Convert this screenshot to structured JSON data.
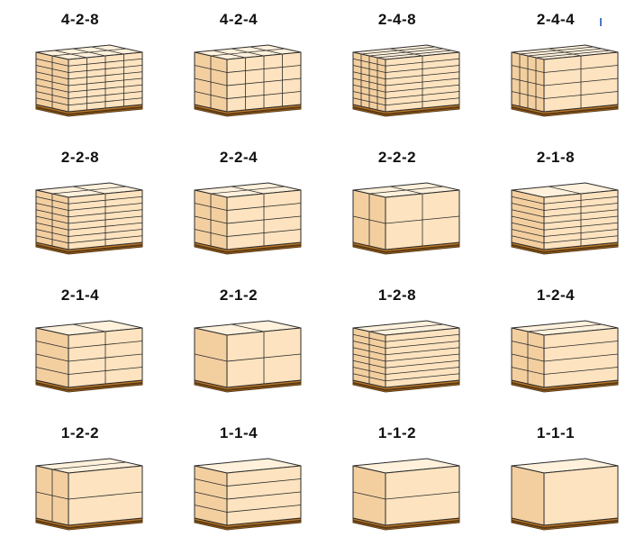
{
  "colors": {
    "box_fill": "#fde3bf",
    "box_top": "#fff1dc",
    "box_side": "#f3cfa0",
    "outline": "#2b2b2b",
    "pallet_wood": "#b9772a",
    "pallet_dark": "#5a3a14",
    "label": "#111111"
  },
  "pallets": [
    {
      "label": "4-2-8",
      "cols": 4,
      "depth": 2,
      "layers": 8
    },
    {
      "label": "4-2-4",
      "cols": 4,
      "depth": 2,
      "layers": 4
    },
    {
      "label": "2-4-8",
      "cols": 2,
      "depth": 4,
      "layers": 8
    },
    {
      "label": "2-4-4",
      "cols": 2,
      "depth": 4,
      "layers": 4
    },
    {
      "label": "2-2-8",
      "cols": 2,
      "depth": 2,
      "layers": 8
    },
    {
      "label": "2-2-4",
      "cols": 2,
      "depth": 2,
      "layers": 4
    },
    {
      "label": "2-2-2",
      "cols": 2,
      "depth": 2,
      "layers": 2
    },
    {
      "label": "2-1-8",
      "cols": 2,
      "depth": 1,
      "layers": 8
    },
    {
      "label": "2-1-4",
      "cols": 2,
      "depth": 1,
      "layers": 4
    },
    {
      "label": "2-1-2",
      "cols": 2,
      "depth": 1,
      "layers": 2
    },
    {
      "label": "1-2-8",
      "cols": 1,
      "depth": 2,
      "layers": 8
    },
    {
      "label": "1-2-4",
      "cols": 1,
      "depth": 2,
      "layers": 4
    },
    {
      "label": "1-2-2",
      "cols": 1,
      "depth": 2,
      "layers": 2
    },
    {
      "label": "1-1-4",
      "cols": 1,
      "depth": 1,
      "layers": 4
    },
    {
      "label": "1-1-2",
      "cols": 1,
      "depth": 1,
      "layers": 2
    },
    {
      "label": "1-1-1",
      "cols": 1,
      "depth": 1,
      "layers": 1
    }
  ]
}
